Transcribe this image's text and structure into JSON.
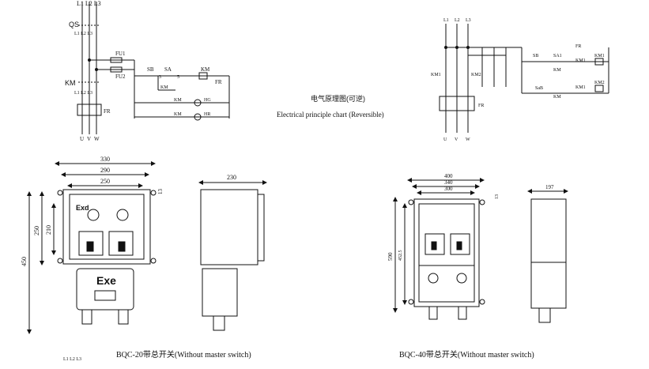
{
  "schematic_left": {
    "phase_top": "L1 L2 L3",
    "qs": "QS",
    "qs_sub": "L1 L2 L3",
    "fu1": "FU1",
    "fu2": "FU2",
    "km": "KM",
    "km_sub": "L1 L2 L3",
    "fr": "FR",
    "sb": "SB",
    "sa": "SA",
    "n3": "3",
    "n5": "5",
    "km_coil": "KM",
    "fr_contact": "FR",
    "km_aux": "KM",
    "km1_lamp": "KM",
    "hg": "HG",
    "km2_lamp": "KM",
    "hr": "HR",
    "out_u": "U",
    "out_v": "V",
    "out_w": "W"
  },
  "center": {
    "title_cn": "电气原理图(可逆)",
    "title_en": "Electrical principle chart (Reversible)"
  },
  "schematic_right": {
    "l1": "L1",
    "l2": "L2",
    "l3": "L3",
    "km1_main": "KM1",
    "km2_main": "KM2",
    "fr": "FR",
    "sb": "SB",
    "sa1": "SA1",
    "km1_a": "KM1",
    "km1_coil": "KM1",
    "km_a": "KM",
    "sa2": "SaB",
    "km_b": "KM",
    "km1_b": "KM1",
    "km2_coil": "KM2",
    "fr_top": "FR",
    "out_u": "U",
    "out_v": "V",
    "out_w": "W"
  },
  "drawing_left": {
    "dim_330": "330",
    "dim_290": "290",
    "dim_250": "250",
    "dim_250_v": "250",
    "dim_210": "210",
    "dim_450": "450",
    "dim_13": "13",
    "dim_230": "230",
    "exd": "Exd",
    "exe": "Exe",
    "caption": "BQC-20带总开关(Without master switch)",
    "footnote": "L1 L2 L3"
  },
  "drawing_right": {
    "dim_400": "400",
    "dim_340": "340",
    "dim_300": "300",
    "dim_13": "13",
    "dim_197": "197",
    "dim_590": "590",
    "dim_452": "452.5",
    "caption": "BQC-40带总开关(Without master switch)"
  }
}
